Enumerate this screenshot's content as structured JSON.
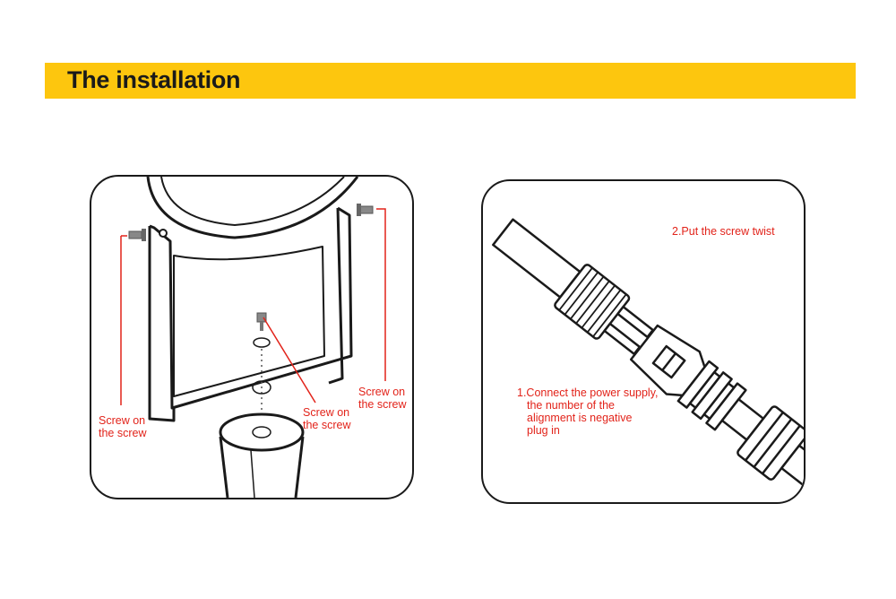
{
  "header": {
    "title": "The installation"
  },
  "colors": {
    "banner": "#fdc60e",
    "annotation": "#e2231a",
    "line": "#1a1a1a",
    "metal": "#888888"
  },
  "left_panel": {
    "label_left": {
      "line1": "Screw on",
      "line2": "the screw"
    },
    "label_center": {
      "line1": "Screw on",
      "line2": "the screw"
    },
    "label_right": {
      "line1": "Screw on",
      "line2": "the screw"
    }
  },
  "right_panel": {
    "step2": "2.Put the screw twist",
    "step1": {
      "line1": "1.Connect the power supply,",
      "line2": "the number of the",
      "line3": "alignment is negative",
      "line4": "plug in"
    }
  }
}
